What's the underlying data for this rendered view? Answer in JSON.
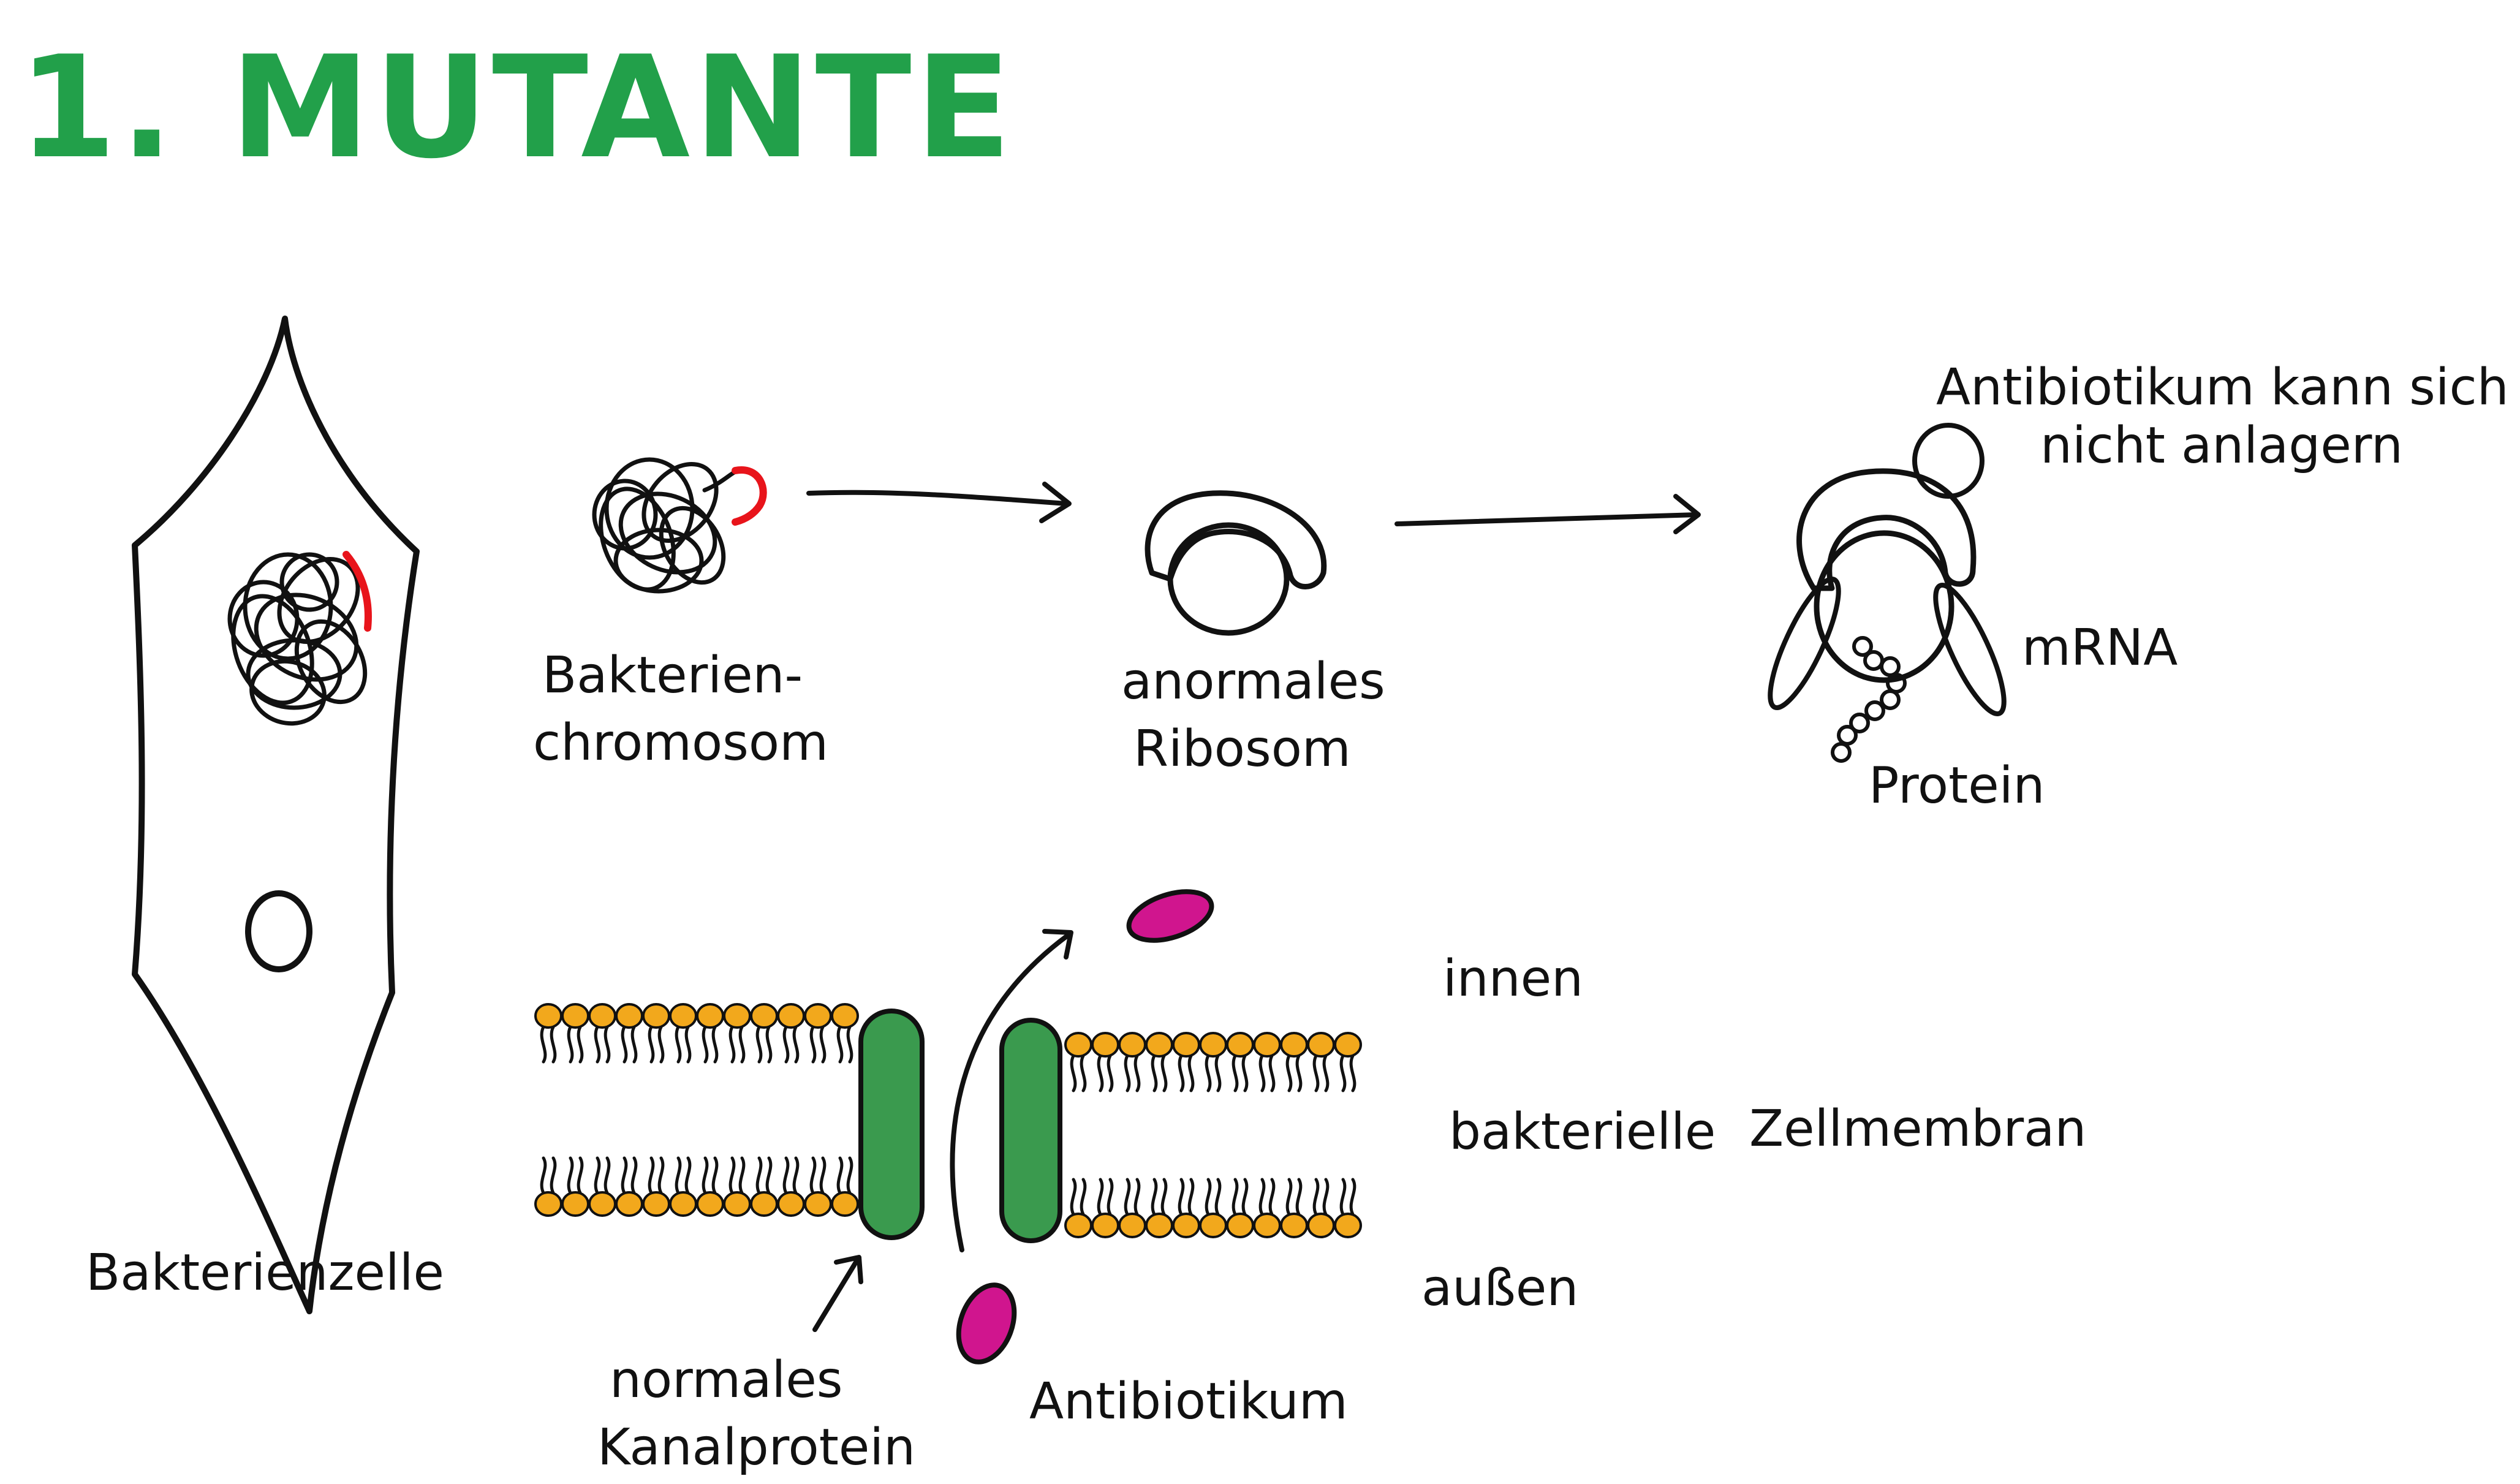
{
  "title": "1. MUTANTE",
  "labels": {
    "bacterial_cell": "Bakterienzelle",
    "chromosome_line1": "Bakterien-",
    "chromosome_line2": "chromosom",
    "ribosome_line1": "anormales",
    "ribosome_line2": "Ribosom",
    "note_line1": "Antibiotikum kann sich",
    "note_line2": "nicht anlagern",
    "mrna": "mRNA",
    "protein": "Protein",
    "inside": "innen",
    "membrane_word1": "bakterielle",
    "membrane_word2": "Zellmembran",
    "outside": "außen",
    "channel_line1": "normales",
    "channel_line2": "Kanalprotein",
    "antibiotic": "Antibiotikum"
  },
  "colors": {
    "ink": "#111111",
    "title_green": "#22a04a",
    "mutation_red": "#e8141b",
    "lipid_head": "#f2a81c",
    "channel_protein": "#3a9a4e",
    "antibiotic": "#d0158e"
  }
}
